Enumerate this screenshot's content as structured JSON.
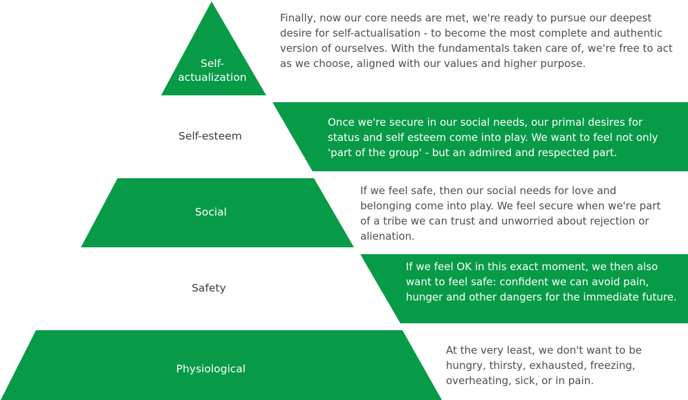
{
  "colors": {
    "green": "#079b48",
    "white": "#ffffff"
  },
  "levels": [
    {
      "name": "Self-\nactualization",
      "description": "Finally, now our core needs are met, we're ready to pursue our deepest desire for self-actualisation - to become the most complete and authentic version of ourselves. With the fundamentals taken care of, we're free to act as we choose, aligned with our values and higher purpose."
    },
    {
      "name": "Self-esteem",
      "description": "Once we're secure in our social needs, our primal desires for status and self esteem come into play. We want to feel not only 'part of the group' - but an admired and respected part."
    },
    {
      "name": "Social",
      "description": "If we feel safe, then our social needs for love and belonging come into play. We feel secure when we're part of a tribe we can trust and unworried about rejection or alienation."
    },
    {
      "name": "Safety",
      "description": "If we feel OK in this exact moment, we then also want to feel safe: confident we can avoid pain, hunger and other dangers for the immediate future."
    },
    {
      "name": "Physiological",
      "description": "At the very least, we don't want to be hungry, thirsty, exhausted, freezing, overheating, sick, or in pain."
    }
  ]
}
